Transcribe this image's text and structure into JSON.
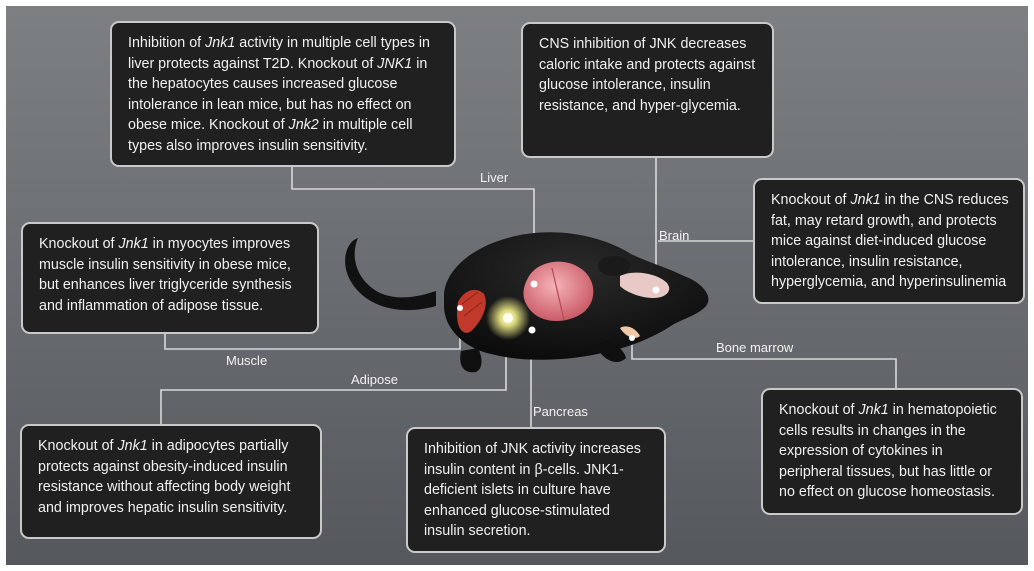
{
  "boxes": {
    "liver": [
      "Inhibition of ",
      {
        "i": "Jnk1"
      },
      " activity in multiple cell types in liver protects against T2D.  Knockout of ",
      {
        "i": "JNK1"
      },
      " in the hepatocytes causes increased glucose intolerance in lean mice, but has no effect on obese mice. Knockout of ",
      {
        "i": "Jnk2"
      },
      " in multiple cell types also improves insulin sensitivity."
    ],
    "cns": [
      "CNS inhibition of JNK decreases caloric intake and protects against glucose intolerance, insulin resistance, and hyper-glycemia."
    ],
    "brain": [
      "Knockout of ",
      {
        "i": "Jnk1"
      },
      " in the CNS reduces fat, may retard growth, and protects mice against diet-induced glucose intolerance, insulin resistance, hyperglycemia, and hyperinsulinemia"
    ],
    "muscle": [
      "Knockout of ",
      {
        "i": "Jnk1"
      },
      " in myocytes improves muscle insulin sensitivity in obese mice, but enhances liver triglyceride synthesis and inflammation of adipose tissue."
    ],
    "adipose": [
      "Knockout of ",
      {
        "i": "Jnk1"
      },
      " in adipocytes partially protects against obesity-induced insulin resistance without affecting body weight and improves hepatic insulin sensitivity."
    ],
    "pancreas": [
      "Inhibition of JNK activity increases insulin content in β-cells.  JNK1-deficient islets in culture have enhanced glucose-stimulated insulin secretion."
    ],
    "bone_marrow": [
      "Knockout of ",
      {
        "i": "Jnk1"
      },
      " in hematopoietic cells results in changes in the expression of cytokines in peripheral tissues, but has little or no effect on glucose homeostasis."
    ]
  },
  "labels": {
    "liver": "Liver",
    "brain": "Brain",
    "muscle": "Muscle",
    "adipose": "Adipose",
    "pancreas": "Pancreas",
    "bone_marrow": "Bone marrow"
  },
  "colors": {
    "background_top": "#7d8083",
    "background_bottom": "#55585c",
    "box_fill": "#202020",
    "box_border": "#c9c9c9",
    "connector": "#d8d8d8",
    "mouse_body": "#141414",
    "liver": "#d9737d",
    "muscle": "#c0392b",
    "adipose_glow": "#f4f18a",
    "brain": "#e9c9c5"
  }
}
